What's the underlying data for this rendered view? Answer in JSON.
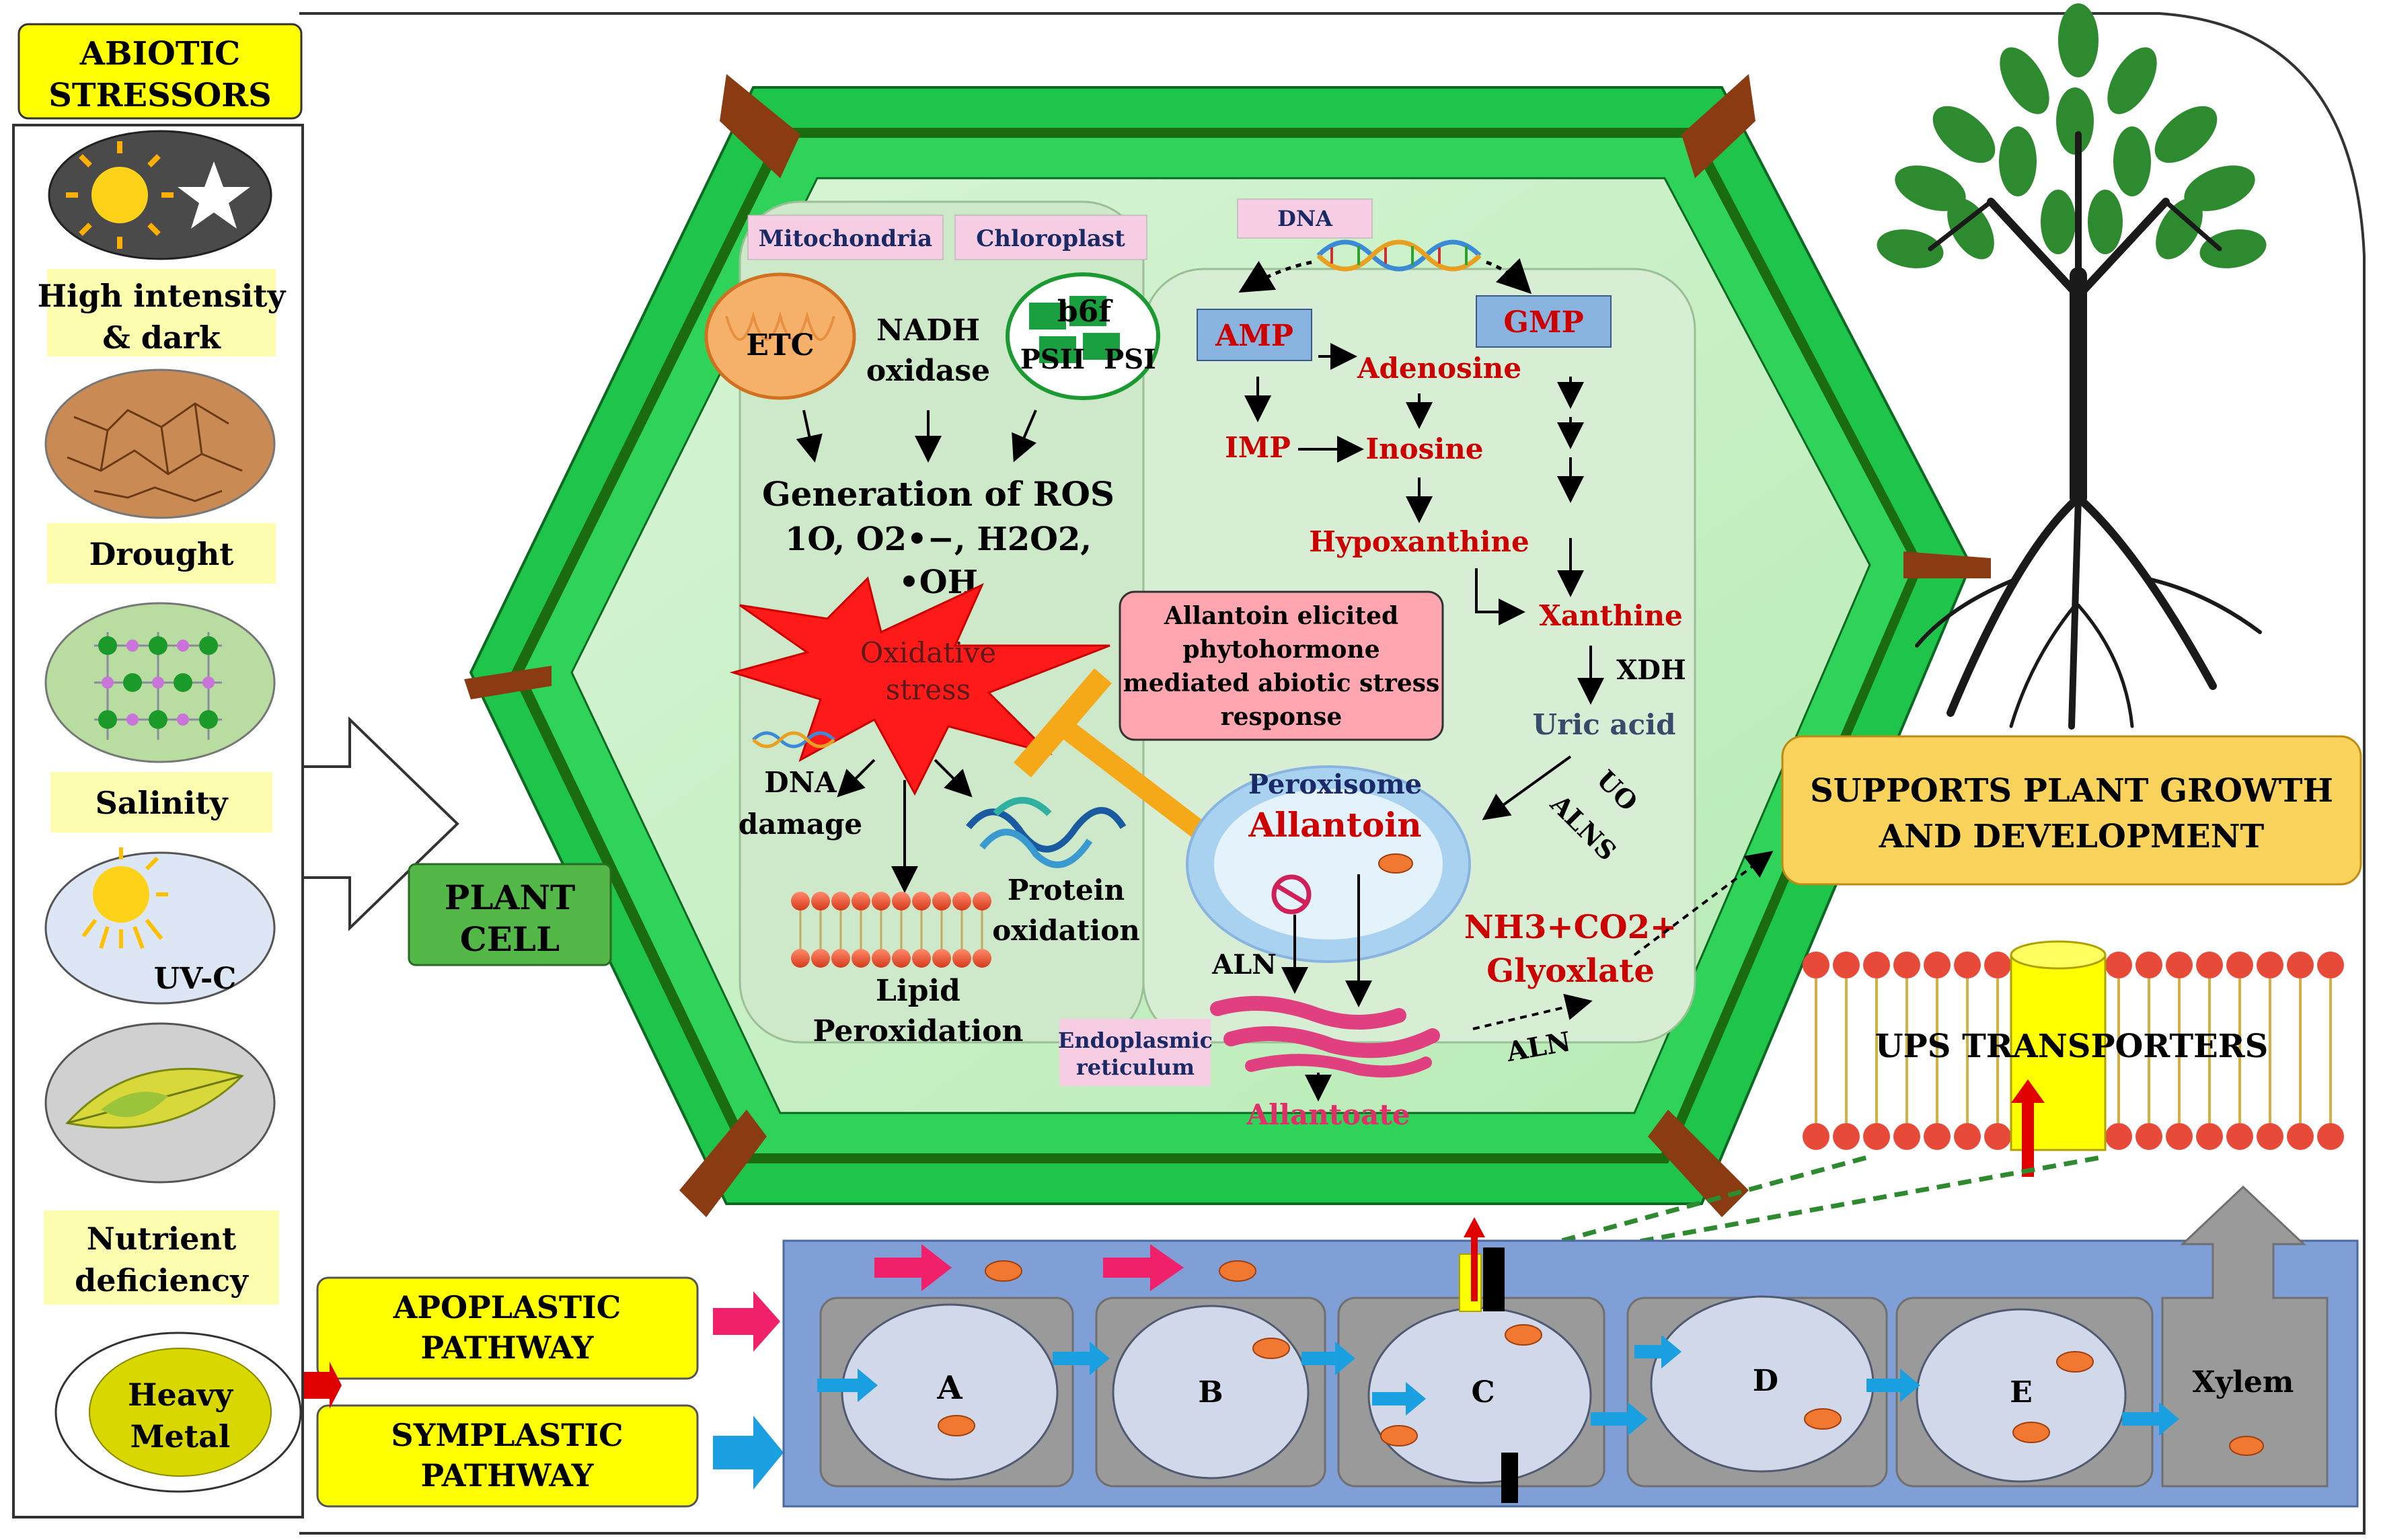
{
  "stressors": {
    "header": [
      "ABIOTIC",
      "STRESSORS"
    ],
    "light": [
      "High intensity",
      "& dark"
    ],
    "drought": "Drought",
    "salinity": "Salinity",
    "uvc": "UV-C",
    "nutrient": [
      "Nutrient",
      "deficiency"
    ],
    "heavy_metal": [
      "Heavy",
      "Metal"
    ]
  },
  "plant_cell_label": [
    "PLANT",
    "CELL"
  ],
  "organelles": {
    "mitochondria": "Mitochondria",
    "chloroplast": "Chloroplast",
    "dna": "DNA",
    "etc": "ETC",
    "nadh": [
      "NADH",
      "oxidase"
    ],
    "b6f": "b6f",
    "psii": "PSII",
    "psi": "PSI",
    "peroxisome": "Peroxisome",
    "er": [
      "Endoplasmic",
      "reticulum"
    ]
  },
  "ros": {
    "title": "Generation of  ROS",
    "species_line1": "1O, O2•−, H2O2,",
    "species_line2": "•OH",
    "oxidative": [
      "Oxidative",
      "stress"
    ],
    "dna_damage": [
      "DNA",
      "damage"
    ],
    "protein": [
      "Protein",
      "oxidation"
    ],
    "lipid": [
      "Lipid",
      "Peroxidation"
    ]
  },
  "allantoin_box": [
    "Allantoin elicited",
    "phytohormone",
    "mediated  abiotic stress",
    "response"
  ],
  "purine_pathway": {
    "amp": "AMP",
    "gmp": "GMP",
    "adenosine": "Adenosine",
    "imp": "IMP",
    "inosine": "Inosine",
    "hypoxanthine": "Hypoxanthine",
    "xanthine": "Xanthine",
    "xdh": "XDH",
    "uric_acid": "Uric acid",
    "uo": "UO",
    "alns": "ALNS",
    "allantoin": "Allantoin",
    "aln": "ALN",
    "allantoate": "Allantoate",
    "products_line1": "NH3+CO2+",
    "products_line2": "Glyoxlate",
    "aln2": "ALN"
  },
  "growth_box": [
    "SUPPORTS PLANT GROWTH",
    "AND DEVELOPMENT"
  ],
  "transporter_label": "UPS TRANSPORTERS",
  "pathways": {
    "apoplastic": [
      "APOPLASTIC",
      "PATHWAY"
    ],
    "symplastic": [
      "SYMPLASTIC",
      "PATHWAY"
    ]
  },
  "cells": [
    "A",
    "B",
    "C",
    "D",
    "E"
  ],
  "xylem": "Xylem",
  "colors": {
    "cell_wall": "#1fc44a",
    "cytoplasm": "#c9f2c9",
    "brown": "#8a3b12",
    "red_text": "#cc0000",
    "yellow_label": "#ffff00",
    "orange_box": "#f9d35c",
    "root_strip": "#7f9fd6"
  }
}
